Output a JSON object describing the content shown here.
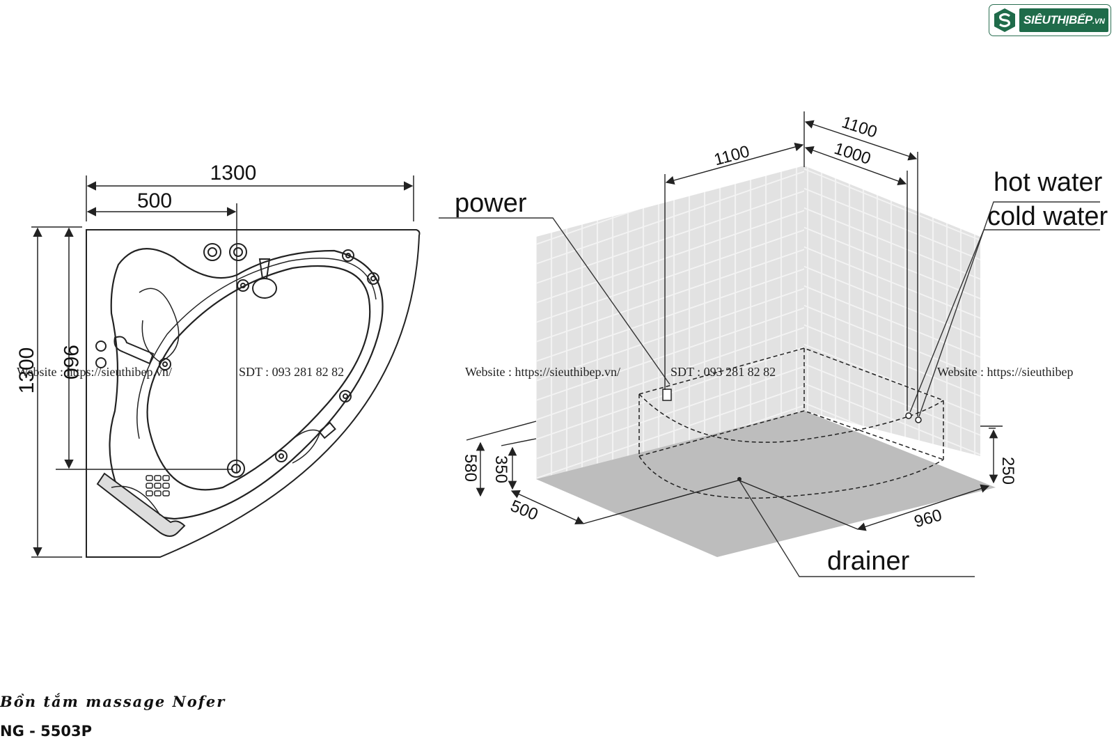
{
  "brand": {
    "name": "SIÊUTHỊBẾP",
    "suffix": ".VN",
    "icon": "brand-s-icon",
    "color": "#1f6b4a"
  },
  "top_view": {
    "width_label": "1300",
    "offset_label": "500",
    "depth_label": "1300",
    "inner_label": "960"
  },
  "install_view": {
    "power_label": "power",
    "hot_label": "hot water",
    "cold_label": "cold water",
    "drainer_label": "drainer",
    "wall_left_width": "1100",
    "wall_right_width": "1100",
    "wall_right_inner": "1000",
    "height_total": "580",
    "height_inlet": "350",
    "height_right": "250",
    "floor_left": "500",
    "floor_right": "960"
  },
  "watermarks": [
    "Website : https://sieuthibep.vn/",
    "SDT : 093 281 82 82",
    "Website : https://sieuthibep.vn/",
    "SDT : 093 281 82 82",
    "Website : https://sieuthibep"
  ],
  "product": {
    "line": "Bồn tắm massage Nofer",
    "model": "NG - 5503P"
  }
}
